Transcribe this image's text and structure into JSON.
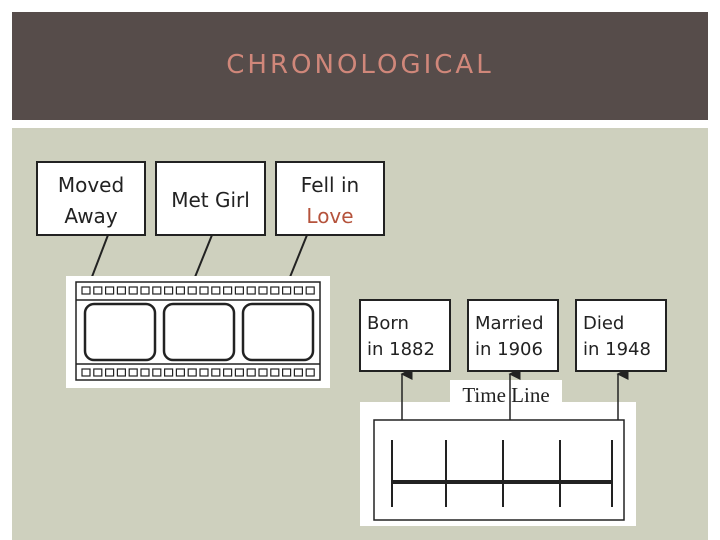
{
  "header": {
    "title": "CHRONOLOGICAL"
  },
  "story_boxes": [
    {
      "line1": "Moved",
      "line2": "Away"
    },
    {
      "line1": "Met Girl"
    },
    {
      "line1": "Fell in",
      "line2": "Love"
    }
  ],
  "event_boxes": [
    {
      "line1": "Born",
      "line2": "in 1882"
    },
    {
      "line1": "Married",
      "line2": "in 1906"
    },
    {
      "line1": "Died",
      "line2": "in 1948"
    }
  ],
  "timeline": {
    "label": "Time Line"
  },
  "colors": {
    "header_bg": "#564c4a",
    "title": "#d0877a",
    "content_bg": "#ced0be",
    "accent_text": "#b5533c"
  }
}
